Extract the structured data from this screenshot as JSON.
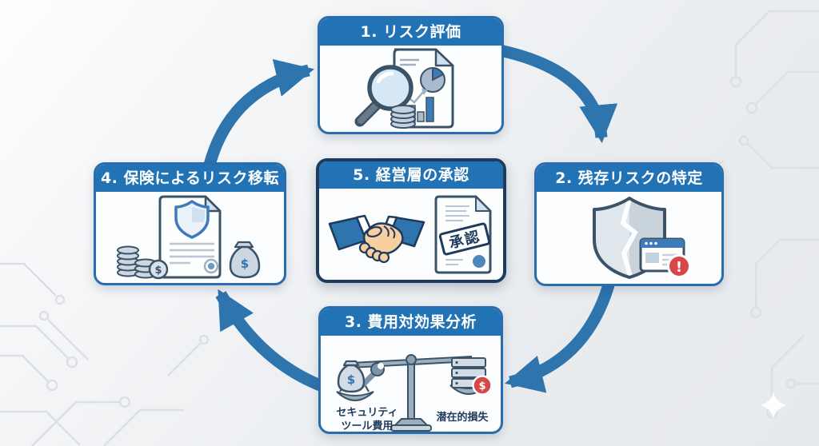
{
  "diagram": {
    "steps": [
      {
        "title": "1. リスク評価",
        "icon": "magnifier-document"
      },
      {
        "title": "2. 残存リスクの特定",
        "icon": "cracked-shield-alert"
      },
      {
        "title": "3. 費用対効果分析",
        "icon": "balance-scale",
        "scale_left_label_line1": "セキュリティ",
        "scale_left_label_line2": "ツール費用",
        "scale_right_label": "潜在的損失"
      },
      {
        "title": "4. 保険によるリスク移転",
        "icon": "insurance-document"
      },
      {
        "title": "5. 経営層の承認",
        "icon": "handshake-approval",
        "stamp_text": "承認"
      }
    ],
    "icon_glyphs": {
      "dollar": "$",
      "alert": "!"
    },
    "colors": {
      "header_blue": "#2173b5",
      "box_border_blue": "#2a6daf",
      "center_border_navy": "#1e3a5c",
      "arrow_blue": "#2e74ad",
      "accent_blue": "#3d7ab8",
      "alert_red": "#d84747",
      "background": "#eaedf0"
    }
  }
}
